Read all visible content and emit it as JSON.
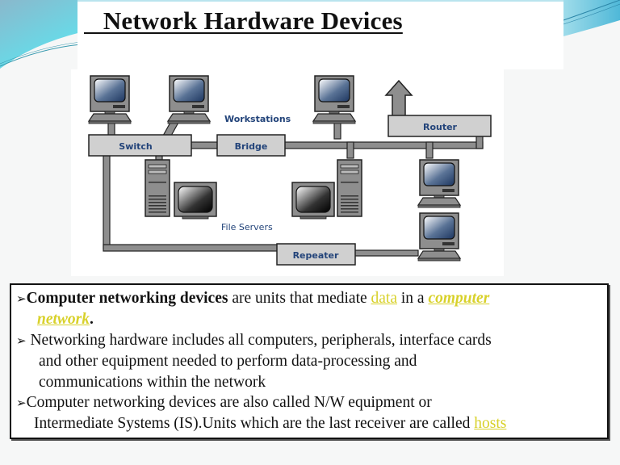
{
  "slide": {
    "title": "   Network Hardware Devices",
    "theme_colors": {
      "accent": "#5cc8dc",
      "link": "#d8d12a",
      "diagram_label": "#23447a"
    }
  },
  "diagram": {
    "labels": {
      "switch": "Switch",
      "bridge": "Bridge",
      "router": "Router",
      "repeater": "Repeater",
      "workstations": "Workstations",
      "file_servers": "File Servers"
    },
    "icons": [
      "workstation-icon",
      "workstation-icon",
      "workstation-icon",
      "workstation-icon",
      "workstation-icon",
      "file-server-icon",
      "file-server-icon",
      "uplink-arrow-icon"
    ]
  },
  "body": {
    "bullet_glyph": "➢",
    "bullet1": {
      "bold": "Computer networking devices",
      "text1": " are units that mediate ",
      "link_data": "data",
      "text2": " in a ",
      "link_cn1": "computer",
      "link_cn2": "network",
      "end": "."
    },
    "bullet2": {
      "line1": " Networking hardware includes all computers, peripherals, interface cards",
      "line2": "and other equipment needed to perform data-processing and",
      "line3": "communications within the network"
    },
    "bullet3": {
      "line1": "Computer networking devices are also called N/W equipment or",
      "line2": "Intermediate Systems (IS).Units which are the last receiver are called ",
      "link_hosts": "hosts"
    }
  }
}
